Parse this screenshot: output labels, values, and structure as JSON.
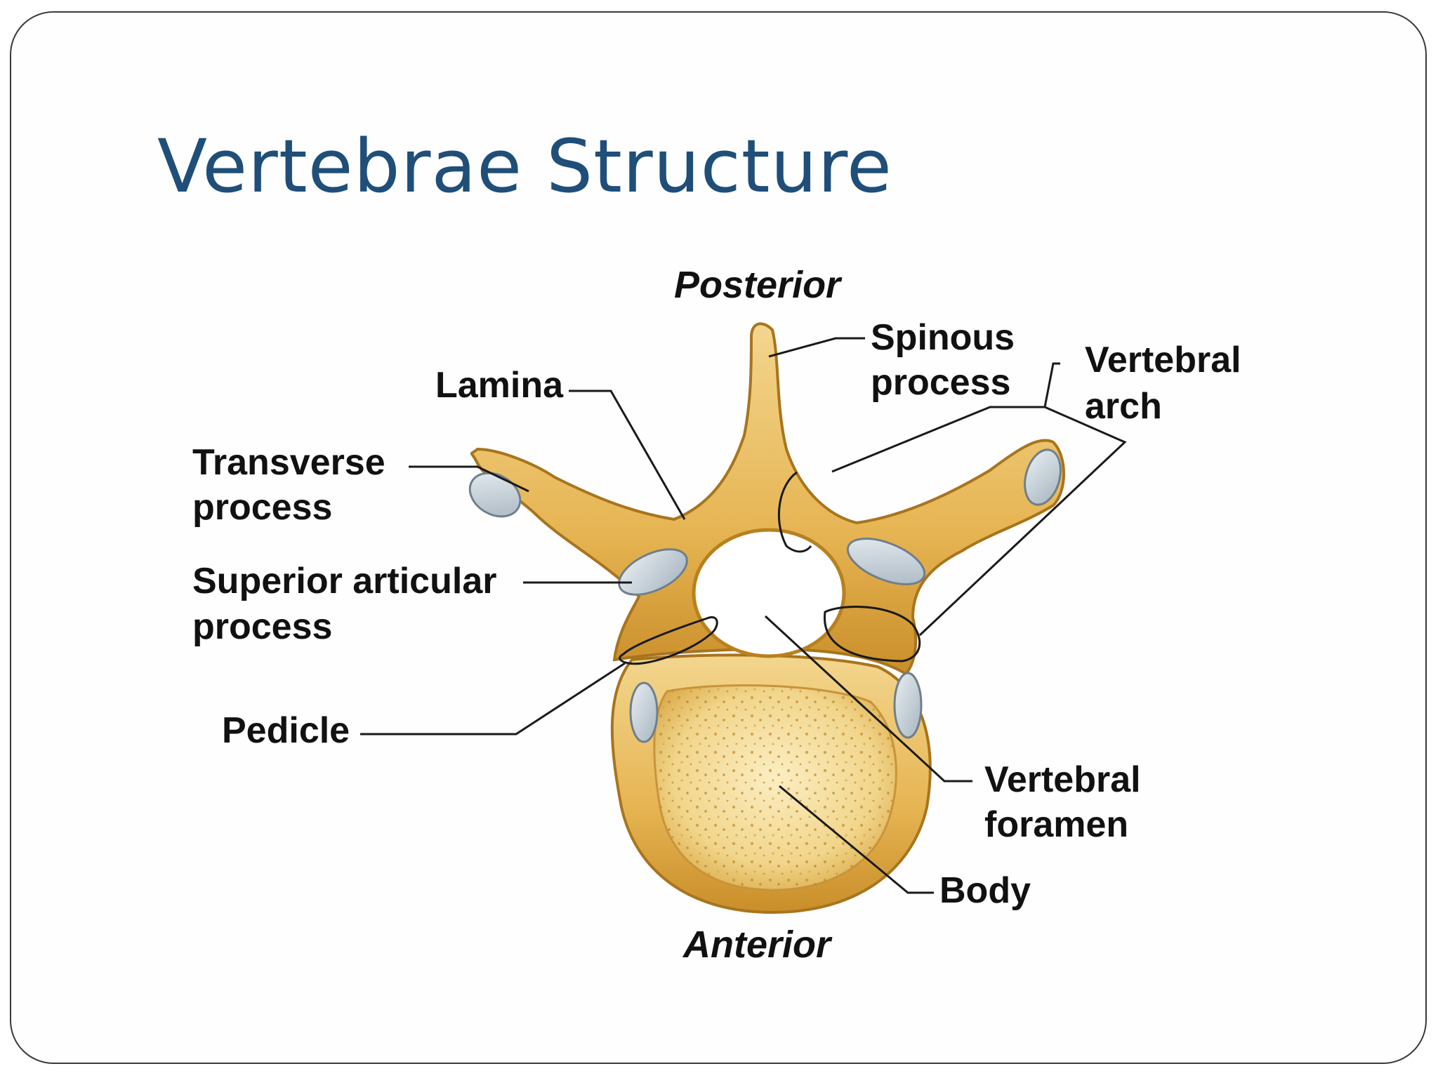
{
  "slide": {
    "title": "Vertebrae Structure"
  },
  "diagram": {
    "orientation_top": "Posterior",
    "orientation_bottom": "Anterior",
    "labels": {
      "spinous_1": "Spinous",
      "spinous_2": "process",
      "vertebral_arch_1": "Vertebral",
      "vertebral_arch_2": "arch",
      "lamina": "Lamina",
      "transverse_1": "Transverse",
      "transverse_2": "process",
      "superior_articular_1": "Superior articular",
      "superior_articular_2": "process",
      "pedicle": "Pedicle",
      "vertebral_foramen_1": "Vertebral",
      "vertebral_foramen_2": "foramen",
      "body": "Body"
    }
  },
  "colors": {
    "title": "#1f4e79",
    "bone": "#e8bc57",
    "bone_dark": "#b9801f",
    "cartilage": "#c9d3db"
  }
}
